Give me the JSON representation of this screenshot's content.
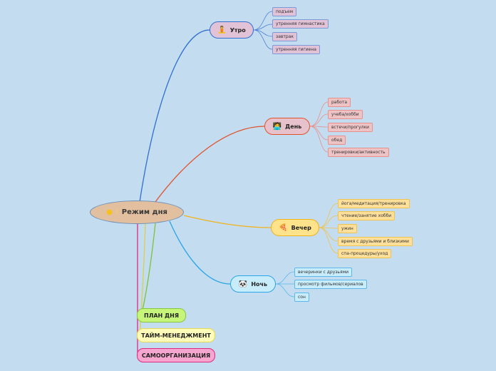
{
  "root": {
    "label": "Режим дня",
    "icon": "sun-moon-icon"
  },
  "branches": [
    {
      "id": "morning",
      "label": "Утро",
      "icon": "meditation-icon",
      "color": "#2f6fd0",
      "leaves": [
        "подъем",
        "утренняя гимнастика",
        "завтрак",
        "утренняя гигиена"
      ]
    },
    {
      "id": "day",
      "label": "День",
      "icon": "person-laptop-icon",
      "color": "#e0532a",
      "leaves": [
        "работа",
        "учеба/хобби",
        "встечи/прогулки",
        "обед",
        "тренировки/активность"
      ]
    },
    {
      "id": "evening",
      "label": "Вечер",
      "icon": "pizza-icon",
      "color": "#f2b21c",
      "leaves": [
        "йога/медитация/тренировка",
        "чтение/занятие хобби",
        "ужин",
        "время с друзьями и близкими",
        "спа-процедуры/уход"
      ]
    },
    {
      "id": "night",
      "label": "Ночь",
      "icon": "panda-icon",
      "color": "#29a4e6",
      "leaves": [
        "вечеринки с друзьями",
        "просмотр фильмов/сериалов",
        "сон"
      ]
    }
  ],
  "topics": [
    {
      "label": "ПЛАН ДНЯ",
      "color": "#86c83c"
    },
    {
      "label": "ТАЙМ-МЕНЕДЖМЕНТ",
      "color": "#e8d856"
    },
    {
      "label": "САМООРГАНИЗАЦИЯ",
      "color": "#e0287e"
    }
  ]
}
